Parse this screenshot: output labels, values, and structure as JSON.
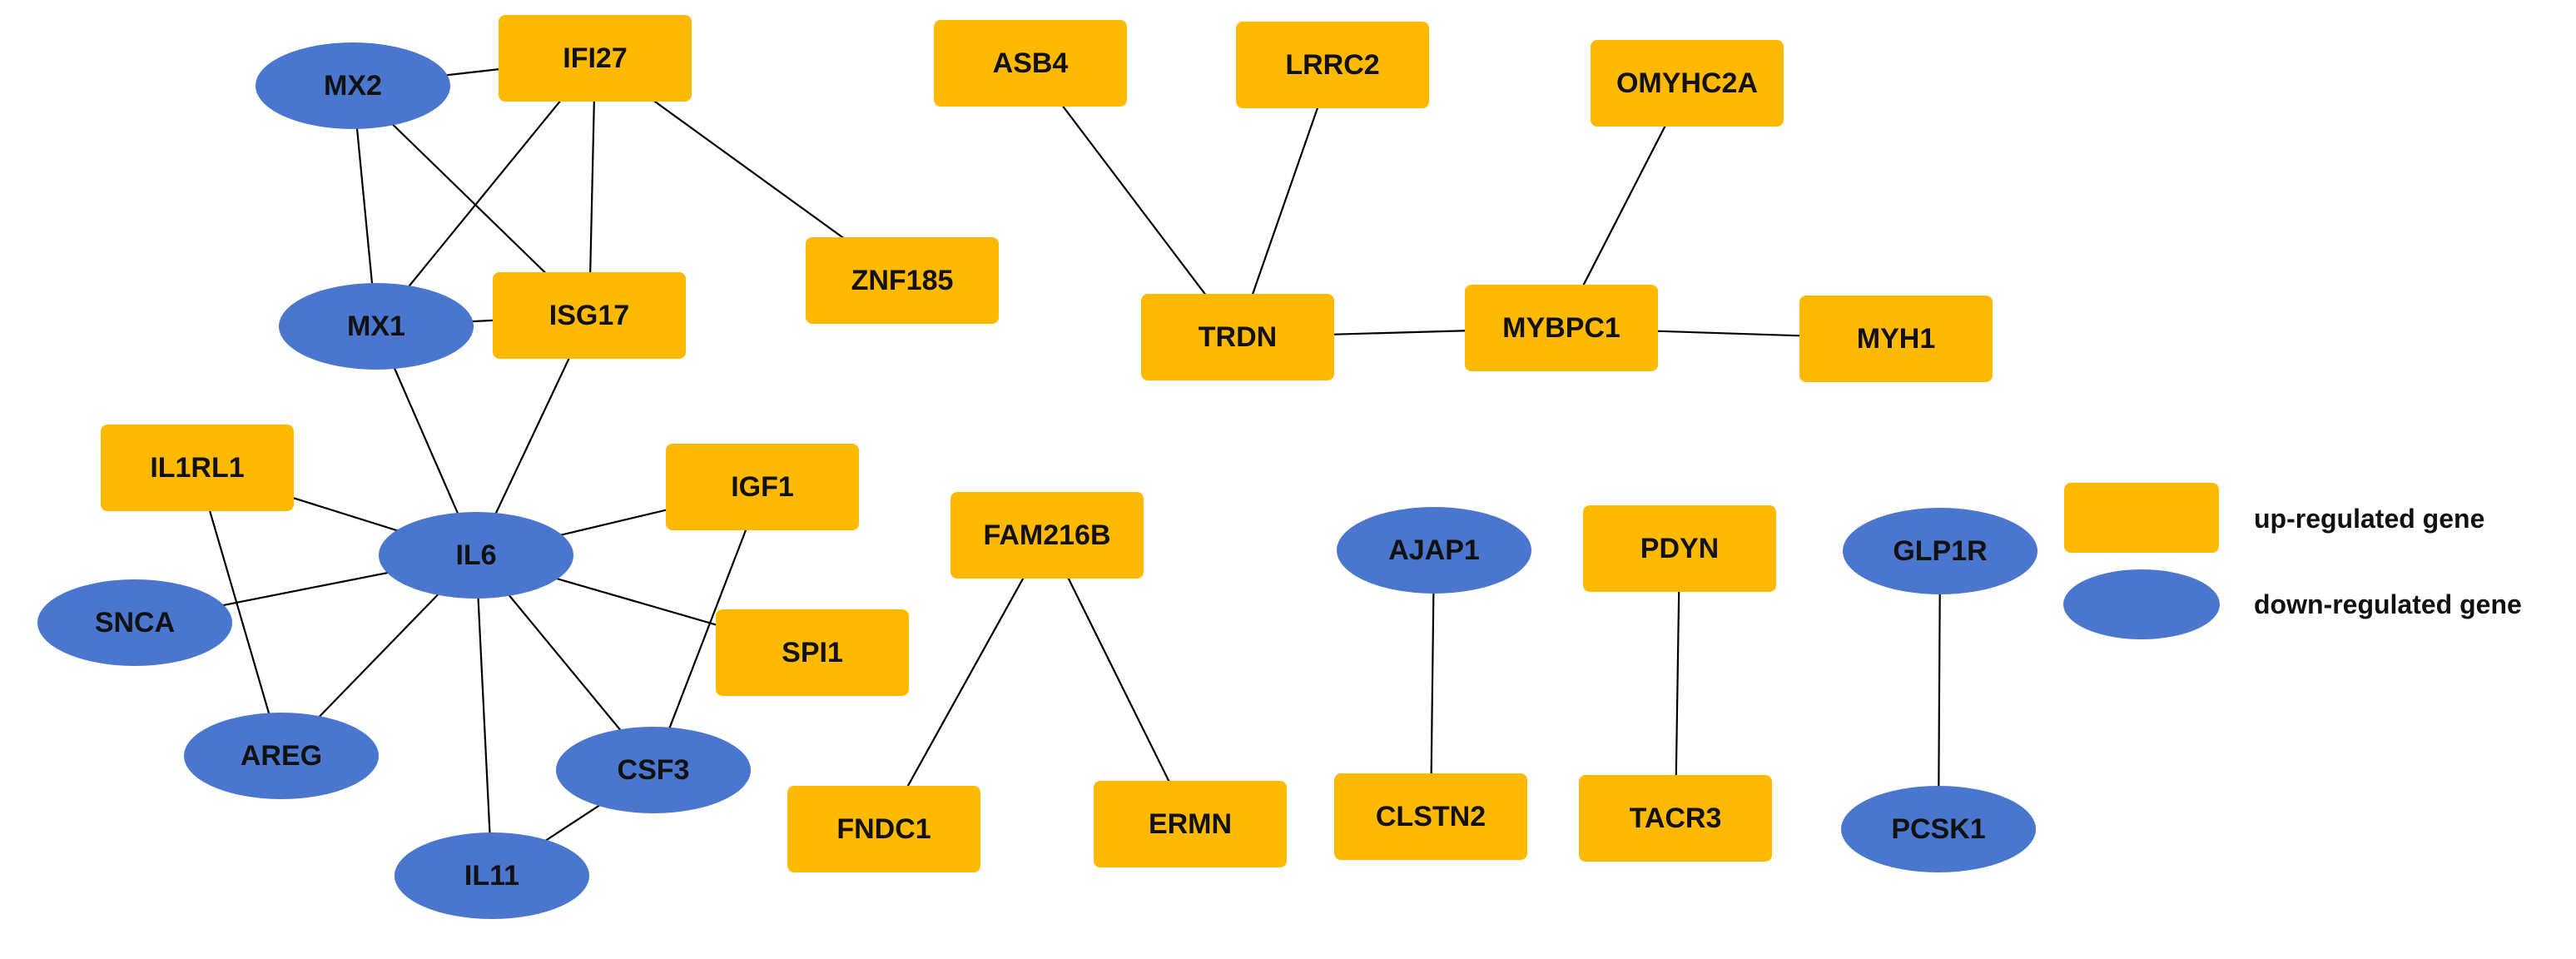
{
  "colors": {
    "up": "#FFB900",
    "down": "#4A76CE",
    "edge": "#000000"
  },
  "nodes": [
    {
      "id": "MX2",
      "label": "MX2",
      "type": "down"
    },
    {
      "id": "IFI27",
      "label": "IFI27",
      "type": "up"
    },
    {
      "id": "MX1",
      "label": "MX1",
      "type": "down"
    },
    {
      "id": "ISG17",
      "label": "ISG17",
      "type": "up"
    },
    {
      "id": "ZNF185",
      "label": "ZNF185",
      "type": "up"
    },
    {
      "id": "IL1RL1",
      "label": "IL1RL1",
      "type": "up"
    },
    {
      "id": "IL6",
      "label": "IL6",
      "type": "down"
    },
    {
      "id": "IGF1",
      "label": "IGF1",
      "type": "up"
    },
    {
      "id": "SNCA",
      "label": "SNCA",
      "type": "down"
    },
    {
      "id": "SPI1",
      "label": "SPI1",
      "type": "up"
    },
    {
      "id": "AREG",
      "label": "AREG",
      "type": "down"
    },
    {
      "id": "CSF3",
      "label": "CSF3",
      "type": "down"
    },
    {
      "id": "IL11",
      "label": "IL11",
      "type": "down"
    },
    {
      "id": "ASB4",
      "label": "ASB4",
      "type": "up"
    },
    {
      "id": "LRRC2",
      "label": "LRRC2",
      "type": "up"
    },
    {
      "id": "OMYHC2A",
      "label": "OMYHC2A",
      "type": "up"
    },
    {
      "id": "TRDN",
      "label": "TRDN",
      "type": "up"
    },
    {
      "id": "MYBPC1",
      "label": "MYBPC1",
      "type": "up"
    },
    {
      "id": "MYH1",
      "label": "MYH1",
      "type": "up"
    },
    {
      "id": "FAM216B",
      "label": "FAM216B",
      "type": "up"
    },
    {
      "id": "FNDC1",
      "label": "FNDC1",
      "type": "up"
    },
    {
      "id": "ERMN",
      "label": "ERMN",
      "type": "up"
    },
    {
      "id": "AJAP1",
      "label": "AJAP1",
      "type": "down"
    },
    {
      "id": "CLSTN2",
      "label": "CLSTN2",
      "type": "up"
    },
    {
      "id": "PDYN",
      "label": "PDYN",
      "type": "up"
    },
    {
      "id": "TACR3",
      "label": "TACR3",
      "type": "up"
    },
    {
      "id": "GLP1R",
      "label": "GLP1R",
      "type": "down"
    },
    {
      "id": "PCSK1",
      "label": "PCSK1",
      "type": "down"
    }
  ],
  "edges": [
    [
      "MX2",
      "IFI27"
    ],
    [
      "MX2",
      "MX1"
    ],
    [
      "MX2",
      "ISG17"
    ],
    [
      "IFI27",
      "MX1"
    ],
    [
      "IFI27",
      "ISG17"
    ],
    [
      "IFI27",
      "ZNF185"
    ],
    [
      "MX1",
      "ISG17"
    ],
    [
      "MX1",
      "IL6"
    ],
    [
      "ISG17",
      "IL6"
    ],
    [
      "IL1RL1",
      "IL6"
    ],
    [
      "IL1RL1",
      "AREG"
    ],
    [
      "IL6",
      "IGF1"
    ],
    [
      "IL6",
      "SNCA"
    ],
    [
      "IL6",
      "SPI1"
    ],
    [
      "IL6",
      "AREG"
    ],
    [
      "IL6",
      "CSF3"
    ],
    [
      "IL6",
      "IL11"
    ],
    [
      "IGF1",
      "CSF3"
    ],
    [
      "CSF3",
      "IL11"
    ],
    [
      "ASB4",
      "TRDN"
    ],
    [
      "LRRC2",
      "TRDN"
    ],
    [
      "TRDN",
      "MYBPC1"
    ],
    [
      "OMYHC2A",
      "MYBPC1"
    ],
    [
      "MYBPC1",
      "MYH1"
    ],
    [
      "FAM216B",
      "FNDC1"
    ],
    [
      "FAM216B",
      "ERMN"
    ],
    [
      "AJAP1",
      "CLSTN2"
    ],
    [
      "PDYN",
      "TACR3"
    ],
    [
      "GLP1R",
      "PCSK1"
    ]
  ],
  "legend": {
    "up_label": "up-regulated gene",
    "down_label": "down-regulated gene"
  }
}
